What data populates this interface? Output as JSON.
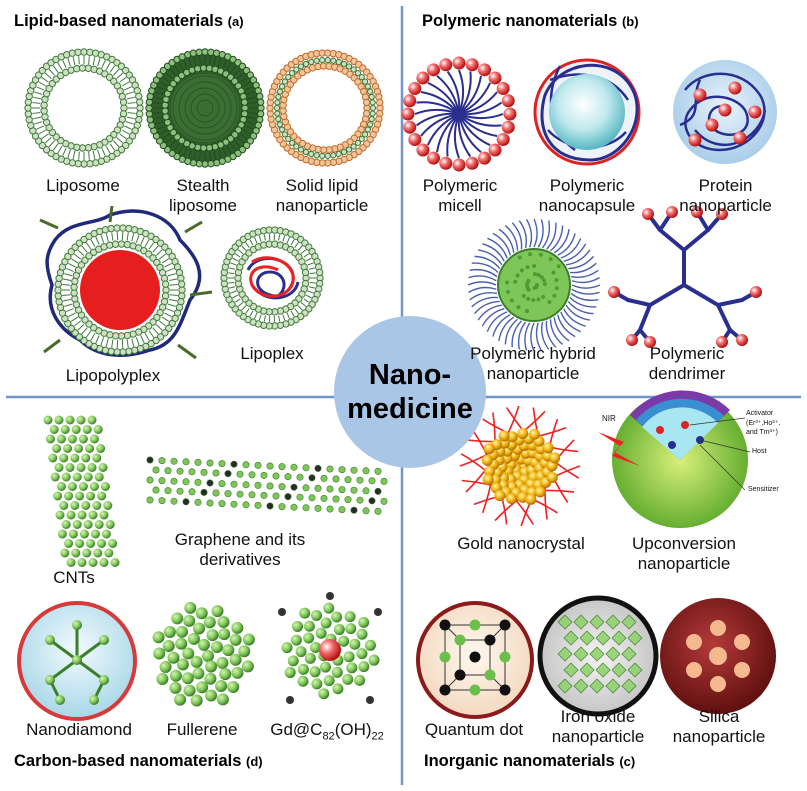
{
  "quadrants": {
    "a": {
      "heading": "Lipid-based nanomaterials",
      "tag": "(a)",
      "items": [
        {
          "lines": [
            "Liposome"
          ]
        },
        {
          "lines": [
            "Stealth",
            "liposome"
          ]
        },
        {
          "lines": [
            "Solid lipid",
            "nanoparticle"
          ]
        },
        {
          "lines": [
            "Lipopolyplex"
          ]
        },
        {
          "lines": [
            "Lipoplex"
          ]
        }
      ]
    },
    "b": {
      "heading": "Polymeric nanomaterials",
      "tag": "(b)",
      "items": [
        {
          "lines": [
            "Polymeric",
            "micell"
          ]
        },
        {
          "lines": [
            "Polymeric",
            "nanocapsule"
          ]
        },
        {
          "lines": [
            "Protein",
            "nanoparticle"
          ]
        },
        {
          "lines": [
            "Polymeric hybrid",
            "nanoparticle"
          ]
        },
        {
          "lines": [
            "Polymeric",
            "dendrimer"
          ]
        }
      ]
    },
    "c": {
      "heading": "Inorganic nanomaterials",
      "tag": "(c)",
      "items": [
        {
          "lines": [
            "Gold nanocrystal"
          ]
        },
        {
          "lines": [
            "Upconversion",
            "nanoparticle"
          ]
        },
        {
          "lines": [
            "Quantum dot"
          ]
        },
        {
          "lines": [
            "Iron oxide",
            "nanoparticle"
          ]
        },
        {
          "lines": [
            "Silica",
            "nanoparticle"
          ]
        }
      ],
      "upconversion_labels": {
        "nir": "NIR",
        "activator": "Activator",
        "ions": "(Er³⁺,Ho³⁺,",
        "ions2": "and Tm³⁺)",
        "host": "Host",
        "sensitizer": "Sensitizer"
      }
    },
    "d": {
      "heading": "Carbon-based nanomaterials",
      "tag": "(d)",
      "items": [
        {
          "lines": [
            "CNTs"
          ]
        },
        {
          "lines": [
            "Graphene and its",
            "derivatives"
          ]
        },
        {
          "lines": [
            "Nanodiamond"
          ]
        },
        {
          "lines": [
            "Fullerene"
          ]
        }
      ],
      "gd_label": {
        "prefix": "Gd@C",
        "sub1": "82",
        "mid": "(OH)",
        "sub2": "22"
      }
    }
  },
  "center": {
    "line1": "Nano-",
    "line2": "medicine"
  },
  "colors": {
    "divider": "#6f95c9",
    "center_circle": "#a9c6e6",
    "lipid_green": "#3f7a3a",
    "lipid_light": "#cfe1c4",
    "polymer_blue": "#2a2f8f",
    "bead_red": "#e02a2a",
    "nanodiamond_ring": "#d63a3a",
    "silica_dark": "#7a1414",
    "silica_bead": "#f4b98f"
  }
}
